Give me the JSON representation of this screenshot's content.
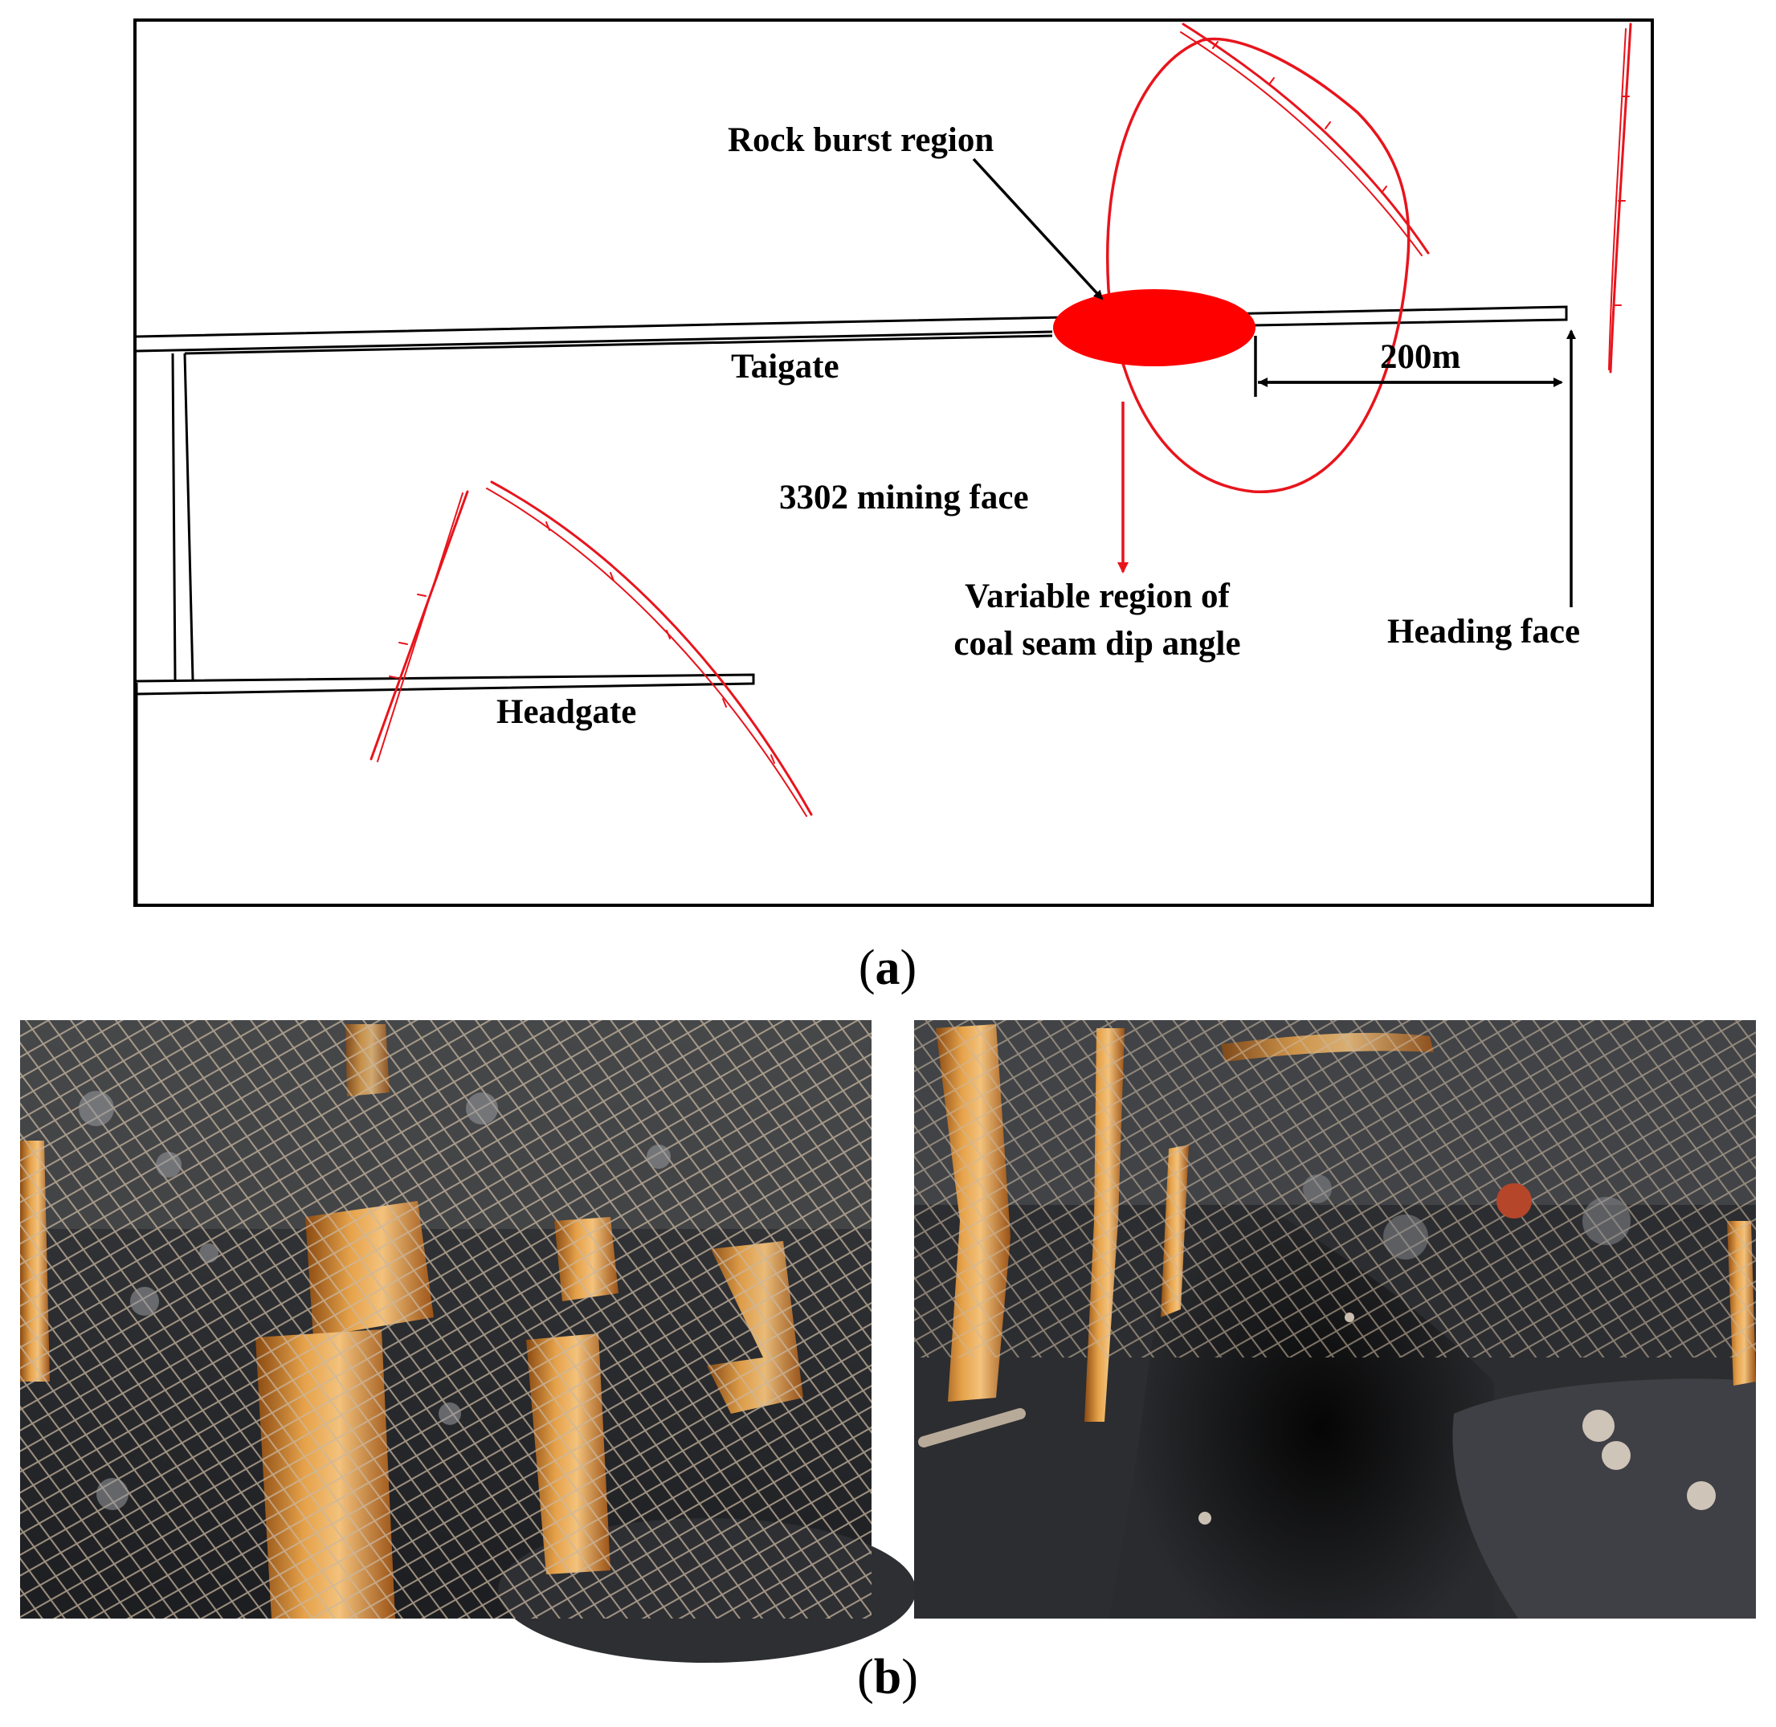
{
  "panel_a": {
    "caption_open": "(",
    "caption_letter": "a",
    "caption_close": ")",
    "labels": {
      "rock_burst_region": "Rock burst region",
      "taigate": "Taigate",
      "headgate": "Headgate",
      "mining_face": "3302 mining face",
      "variable_region_line1": "Variable region of",
      "variable_region_line2": "coal seam dip angle",
      "heading_face": "Heading face",
      "distance": "200m"
    },
    "colors": {
      "fault": "#e8141c",
      "burst_region": "#ff0000",
      "roadway": "#000000"
    }
  },
  "panel_b": {
    "caption_open": "(",
    "caption_letter": "b",
    "caption_close": ")",
    "photos": [
      {
        "subject": "damaged roadway support with steel strips and mesh"
      },
      {
        "subject": "roadway tunnel with deformed supports"
      }
    ]
  }
}
